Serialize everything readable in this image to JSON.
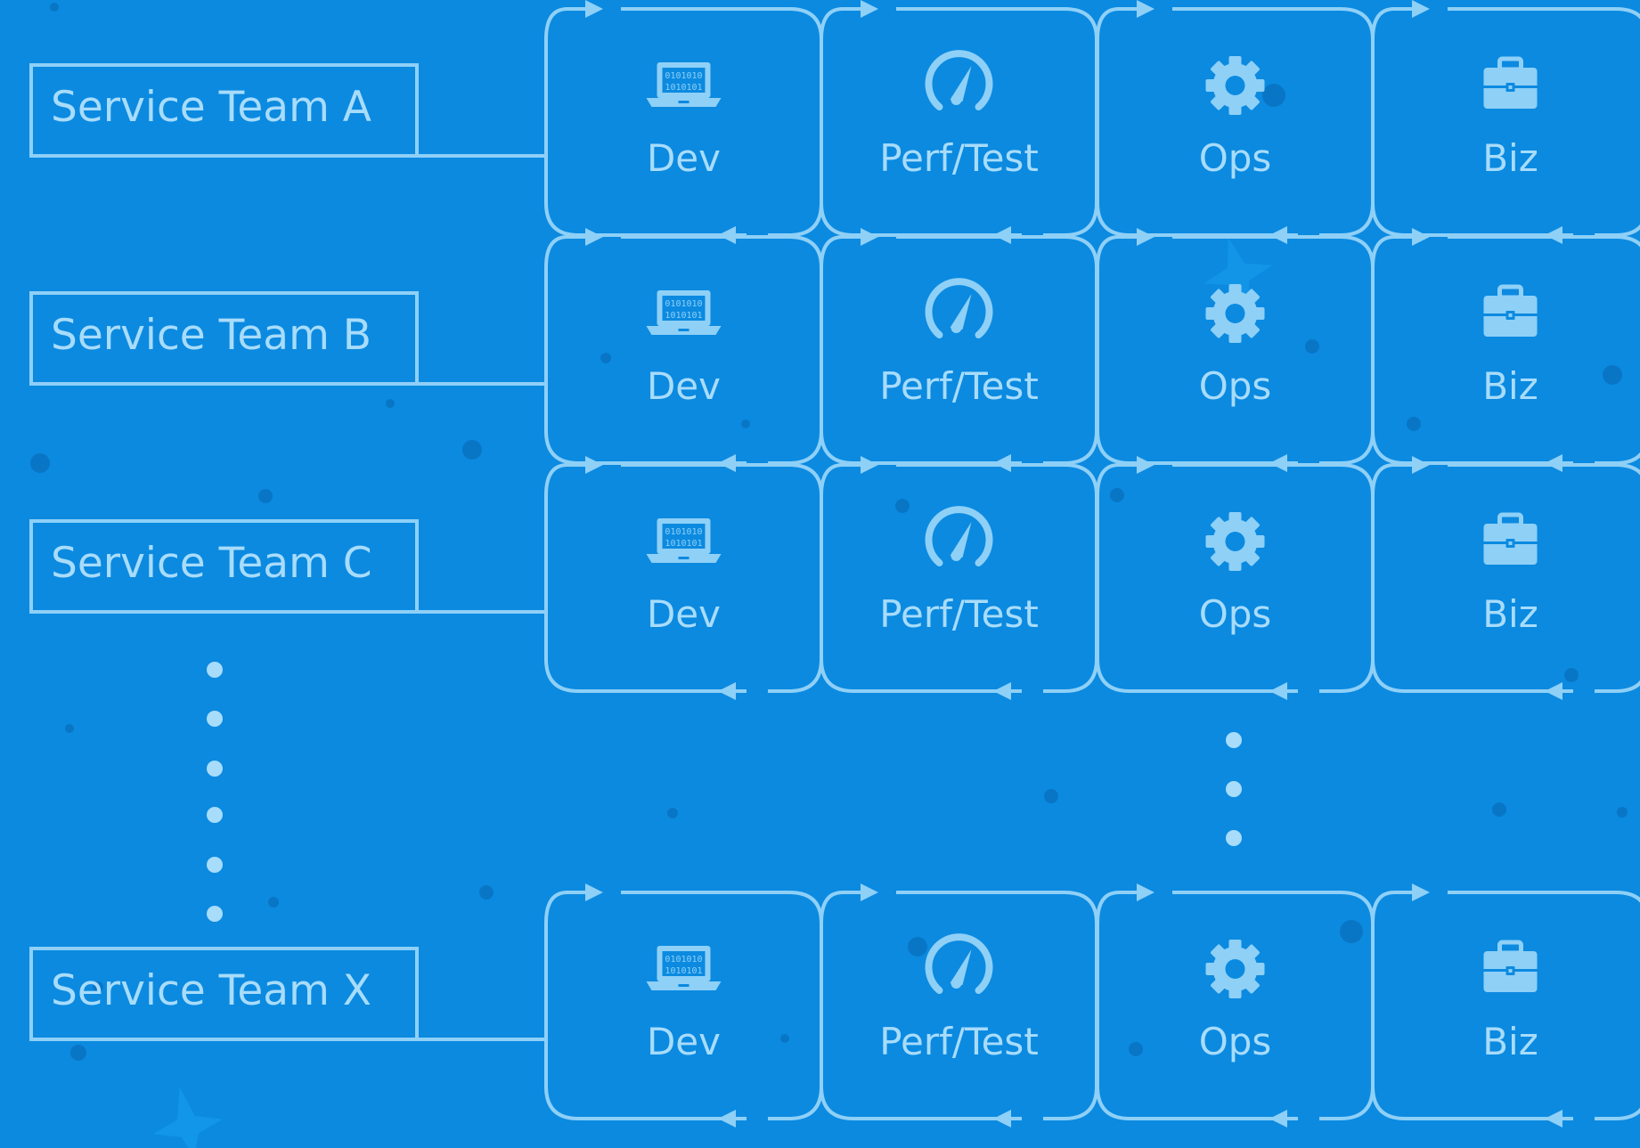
{
  "colors": {
    "background": "#0b8ae0",
    "line": "#8fd0f7",
    "text": "#a8dcfb"
  },
  "teams": [
    {
      "label": "Service Team A"
    },
    {
      "label": "Service Team B"
    },
    {
      "label": "Service Team C"
    },
    {
      "label": "Service Team X"
    }
  ],
  "stages": [
    {
      "label": "Dev",
      "icon": "laptop-binary-icon",
      "binary_top": "0101010",
      "binary_bottom": "1010101"
    },
    {
      "label": "Perf/Test",
      "icon": "speedometer-icon"
    },
    {
      "label": "Ops",
      "icon": "gear-icon"
    },
    {
      "label": "Biz",
      "icon": "briefcase-icon"
    }
  ]
}
